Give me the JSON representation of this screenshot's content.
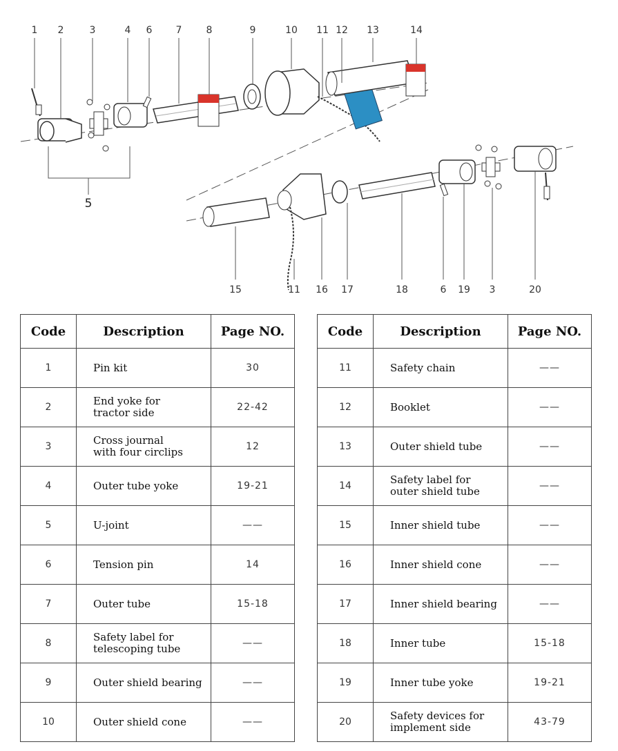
{
  "diagram": {
    "callouts_top": [
      "1",
      "2",
      "3",
      "4",
      "6",
      "7",
      "8",
      "9",
      "10",
      "11",
      "12",
      "13",
      "14"
    ],
    "callouts_bottom": [
      "15",
      "11",
      "16",
      "17",
      "18",
      "6",
      "19",
      "3",
      "20"
    ],
    "group_label": "5"
  },
  "table_headers": {
    "code": "Code",
    "description": "Description",
    "page": "Page NO."
  },
  "parts_left": [
    {
      "code": "1",
      "description": "Pin kit",
      "page": "30"
    },
    {
      "code": "2",
      "description": "End yoke for\ntractor side",
      "page": "22-42"
    },
    {
      "code": "3",
      "description": "Cross journal\nwith four circlips",
      "page": "12"
    },
    {
      "code": "4",
      "description": "Outer tube yoke",
      "page": "19-21"
    },
    {
      "code": "5",
      "description": "U-joint",
      "page": "——"
    },
    {
      "code": "6",
      "description": "Tension pin",
      "page": "14"
    },
    {
      "code": "7",
      "description": "Outer tube",
      "page": "15-18"
    },
    {
      "code": "8",
      "description": "Safety label for\ntelescoping tube",
      "page": "——"
    },
    {
      "code": "9",
      "description": "Outer shield bearing",
      "page": "——"
    },
    {
      "code": "10",
      "description": "Outer shield cone",
      "page": "——"
    }
  ],
  "parts_right": [
    {
      "code": "11",
      "description": "Safety chain",
      "page": "——"
    },
    {
      "code": "12",
      "description": "Booklet",
      "page": "——"
    },
    {
      "code": "13",
      "description": "Outer shield tube",
      "page": "——"
    },
    {
      "code": "14",
      "description": "Safety label for\nouter shield tube",
      "page": "——"
    },
    {
      "code": "15",
      "description": "Inner shield tube",
      "page": "——"
    },
    {
      "code": "16",
      "description": "Inner shield cone",
      "page": "——"
    },
    {
      "code": "17",
      "description": "Inner shield bearing",
      "page": "——"
    },
    {
      "code": "18",
      "description": "Inner tube",
      "page": "15-18"
    },
    {
      "code": "19",
      "description": "Inner tube yoke",
      "page": "19-21"
    },
    {
      "code": "20",
      "description": "Safety devices for\nimplement side",
      "page": "43-79"
    }
  ]
}
